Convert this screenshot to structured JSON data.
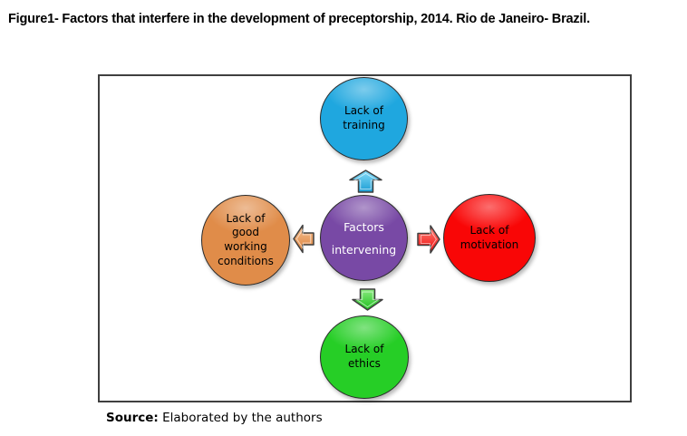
{
  "title": "Figure1- Factors that interfere in the development of preceptorship, 2014. Rio de Janeiro- Brazil.",
  "source": {
    "label": "Source:",
    "text": " Elaborated by the authors"
  },
  "diagram": {
    "center": {
      "label": "Factors\nintervening",
      "color": "#7849a5",
      "text_color": "#ffffff"
    },
    "nodes": [
      {
        "id": "top",
        "label": "Lack of\ntraining",
        "color": "#1fa7df"
      },
      {
        "id": "right",
        "label": "Lack of\nmotivation",
        "color": "#f90606"
      },
      {
        "id": "bottom",
        "label": "Lack of\nethics",
        "color": "#26ce26"
      },
      {
        "id": "left",
        "label": "Lack of\ngood\nworking\nconditions",
        "color": "#e08c49"
      }
    ],
    "arrows": [
      {
        "id": "up",
        "color": "#29abe2"
      },
      {
        "id": "right",
        "color": "#f21b1b"
      },
      {
        "id": "down",
        "color": "#2fd52f"
      },
      {
        "id": "left",
        "color": "#eda05c"
      }
    ],
    "frame_border_color": "#3f3f3f",
    "outline_color": "#2b2b2b"
  }
}
